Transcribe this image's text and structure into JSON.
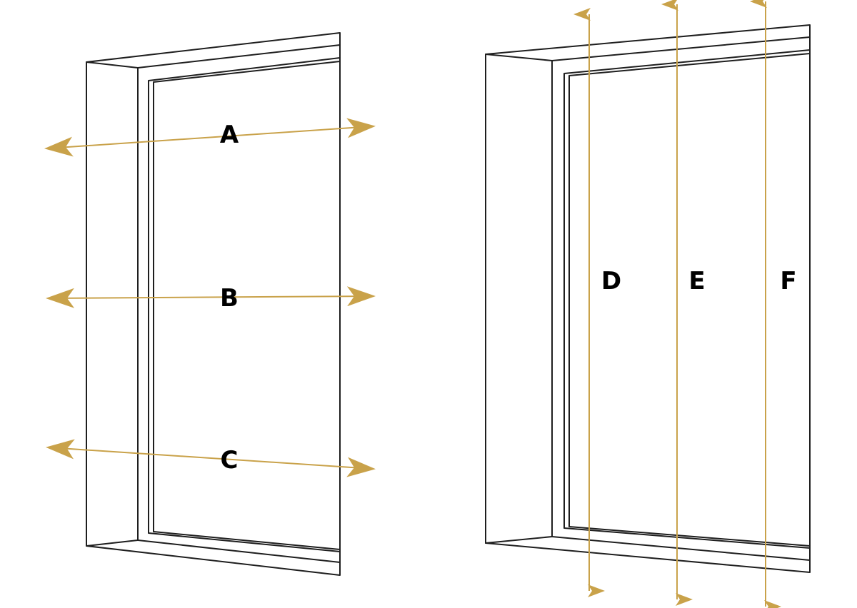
{
  "colors": {
    "frame": "#1e1e1e",
    "measure": "#c9a24a",
    "label": "#000000",
    "background": "#ffffff"
  },
  "width_measurements": {
    "labels": [
      "A",
      "B",
      "C"
    ]
  },
  "height_measurements": {
    "labels": [
      "D",
      "E",
      "F"
    ]
  },
  "arrow_icon": "double-headed-arrow-icon"
}
